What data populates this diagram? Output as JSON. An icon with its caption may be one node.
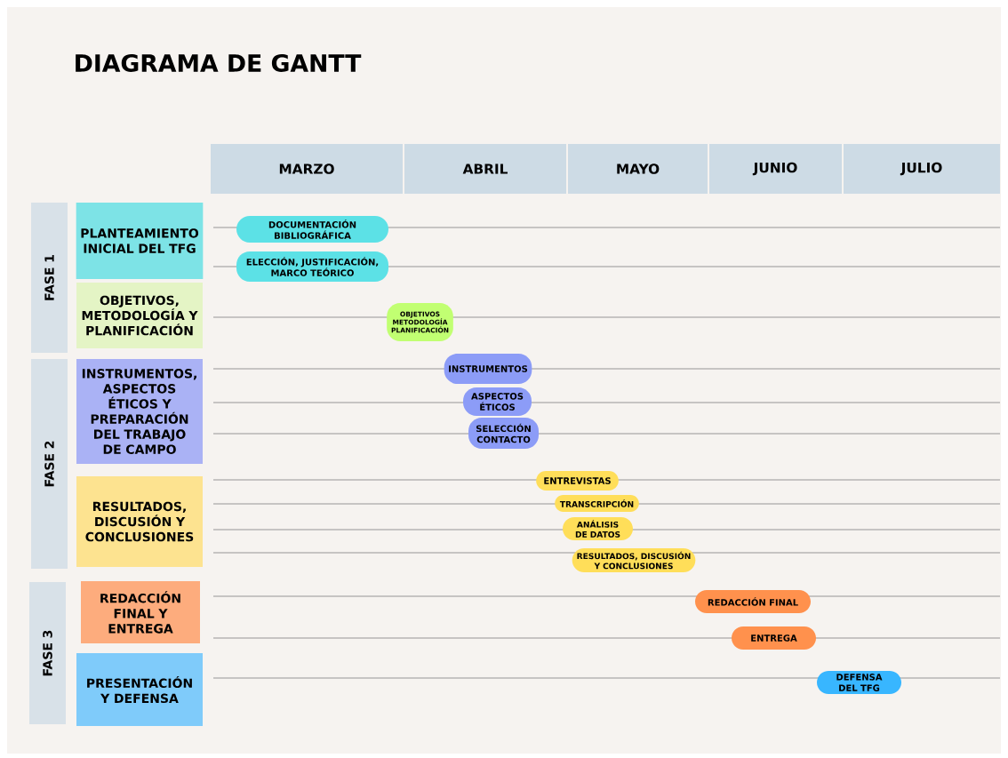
{
  "diagram": {
    "title": "DIAGRAMA DE GANTT",
    "nodes": [
      {
        "text": [
          "MARZO"
        ]
      },
      {
        "text": [
          "ABRIL"
        ]
      },
      {
        "text": [
          "MAYO"
        ]
      },
      {
        "text": [
          "JUNIO"
        ]
      },
      {
        "text": [
          "JULIO"
        ]
      },
      {
        "text": [
          "FASE 1"
        ]
      },
      {
        "text": [
          "PLANTEAMIENTO INICIAL DEL TFG"
        ]
      },
      {
        "text": [
          "DOCUMENTACIÓN BIBLIOGRÁFICA"
        ]
      },
      {
        "text": [
          "ELECCIÓN, JUSTIFICACIÓN, MARCO TEÓRICO"
        ]
      },
      {
        "text": [
          "OBJETIVOS, METODOLOGÍA Y PLANIFICACIÓN"
        ]
      },
      {
        "text": [
          "OBJETIVOS METODOLOGÍA PLANIFICACIÓN"
        ]
      },
      {
        "text": [
          "FASE 2"
        ]
      },
      {
        "text": [
          "INSTRUMENTOS, ASPECTOS ÉTICOS Y PREPARACIÓN DEL TRABAJO DE CAMPO"
        ]
      },
      {
        "text": [
          "INSTRUMENTOS"
        ]
      },
      {
        "text": [
          "ASPECTOS ÉTICOS"
        ]
      },
      {
        "text": [
          "SELECCIÓN CONTACTO"
        ]
      },
      {
        "text": [
          "RESULTADOS, DISCUSIÓN Y CONCLUSIONES"
        ]
      },
      {
        "text": [
          "ENTREVISTAS"
        ]
      },
      {
        "text": [
          "TRANSCRIPCIÓN"
        ]
      },
      {
        "text": [
          "ANÁLISIS DE DATOS"
        ]
      },
      {
        "text": [
          "RESULTADOS, DISCUSIÓN Y CONCLUSIONES"
        ]
      },
      {
        "text": [
          "FASE 3"
        ]
      },
      {
        "text": [
          "REDACCIÓN FINAL Y ENTREGA"
        ]
      },
      {
        "text": [
          "REDACCIÓN FINAL"
        ]
      },
      {
        "text": [
          "ENTREGA"
        ]
      },
      {
        "text": [
          "PRESENTACIÓN Y DEFENSA"
        ]
      },
      {
        "text": [
          "DEFENSA DEL TFG"
        ]
      }
    ]
  }
}
